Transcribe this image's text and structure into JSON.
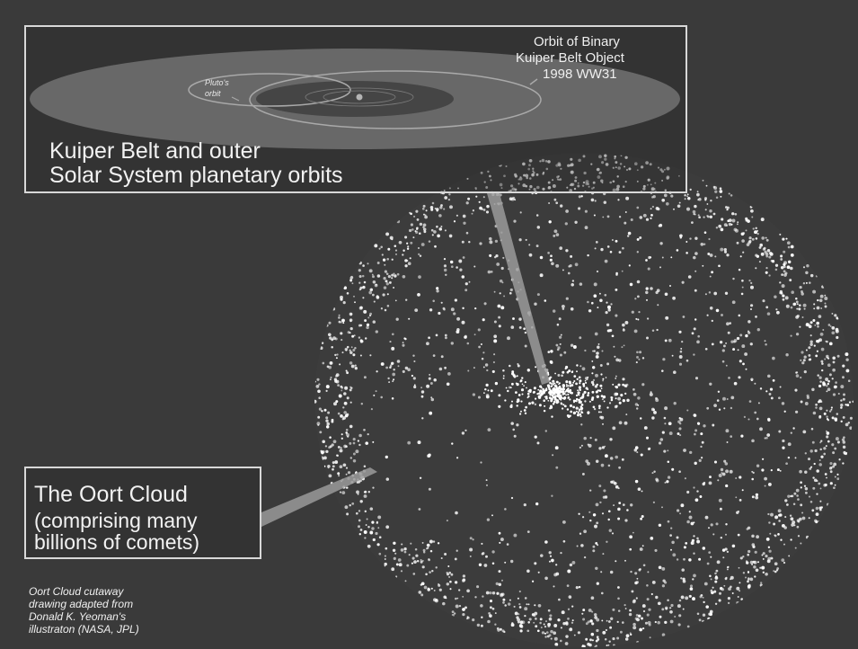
{
  "kuiper_box": {
    "title_line1": "Kuiper Belt and outer",
    "title_line2": "Solar System planetary orbits",
    "pluto_line1": "Pluto's",
    "pluto_line2": "orbit",
    "binary_line1": "Orbit of Binary",
    "binary_line2": "Kuiper Belt Object",
    "binary_line3": "1998 WW31"
  },
  "oort_box": {
    "title": "The Oort Cloud",
    "sub_line1": "(comprising many",
    "sub_line2": "billions of comets)"
  },
  "credit": {
    "line1": "Oort Cloud cutaway",
    "line2": "drawing adapted from",
    "line3": "Donald K. Yeoman's",
    "line4": "illustraton (NASA, JPL)"
  },
  "colors": {
    "background": "#3a3a3a",
    "belt": "#8a8a8a",
    "dots": "#ffffff",
    "frame": "#d8d8d8"
  }
}
